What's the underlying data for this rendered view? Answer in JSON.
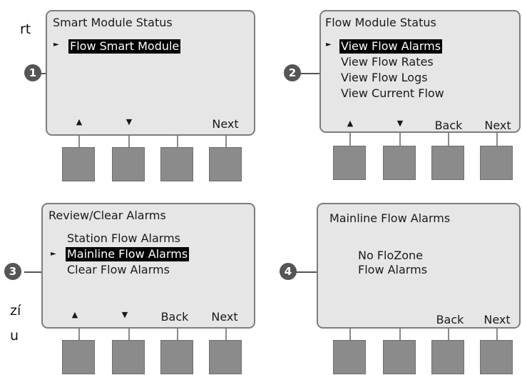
{
  "side_fragments": [
    "rt",
    "zí",
    "u"
  ],
  "panels": [
    {
      "step": "1",
      "title": "Smart Module Status",
      "menu": [
        {
          "label": "Flow Smart Module",
          "selected": true
        }
      ],
      "softkeys": [
        "▲",
        "▼",
        "",
        "Next"
      ]
    },
    {
      "step": "2",
      "title": "Flow Module Status",
      "menu": [
        {
          "label": "View Flow Alarms",
          "selected": true
        },
        {
          "label": "View Flow Rates",
          "selected": false
        },
        {
          "label": "View Flow Logs",
          "selected": false
        },
        {
          "label": "View Current Flow",
          "selected": false
        }
      ],
      "softkeys": [
        "▲",
        "▼",
        "Back",
        "Next"
      ]
    },
    {
      "step": "3",
      "title": "Review/Clear Alarms",
      "menu": [
        {
          "label": "Station Flow Alarms",
          "selected": false
        },
        {
          "label": "Mainline Flow Alarms",
          "selected": true
        },
        {
          "label": "Clear Flow Alarms",
          "selected": false
        }
      ],
      "softkeys": [
        "▲",
        "▼",
        "Back",
        "Next"
      ]
    },
    {
      "step": "4",
      "title": "Mainline Flow Alarms",
      "message": [
        "No FloZone",
        "Flow Alarms"
      ],
      "softkeys": [
        "",
        "",
        "Back",
        "Next"
      ]
    }
  ]
}
